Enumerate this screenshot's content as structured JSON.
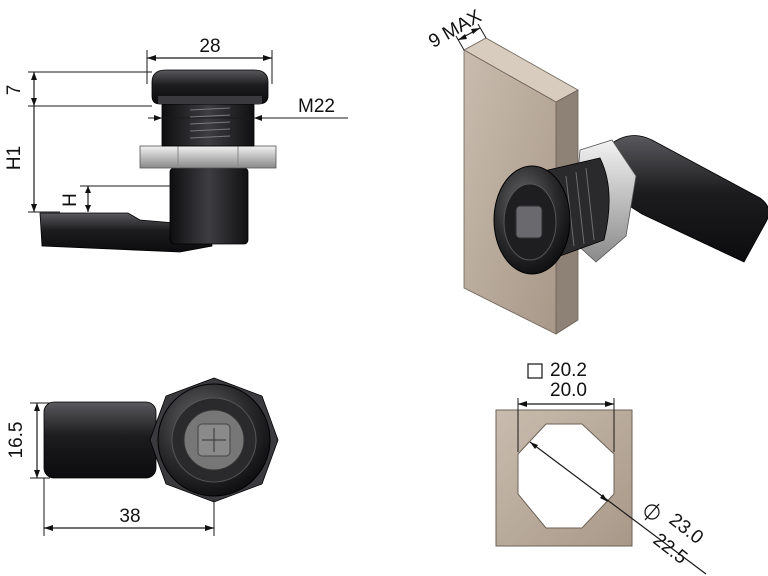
{
  "views": {
    "side": {
      "width_label": "28",
      "top_height_label": "7",
      "thread_label": "M22",
      "h1_label": "H1",
      "h_label": "H"
    },
    "front": {
      "height_label": "16.5",
      "length_label": "38"
    },
    "iso": {
      "panel_label": "9 MAX"
    },
    "cutout": {
      "square_upper": "20.2",
      "square_lower": "20.0",
      "diameter_upper": "23.0",
      "diameter_lower": "22.5"
    }
  },
  "colors": {
    "metal": "#1c1c1e",
    "metal_highlight": "#5a5a5e",
    "nut": "#d0d0d0",
    "panel": "#b7a89a",
    "panel_dark": "#8e8176",
    "line": "#1a1a1a"
  },
  "icons": {
    "square_symbol": "square-symbol-icon",
    "diameter_symbol": "diameter-symbol-icon"
  }
}
